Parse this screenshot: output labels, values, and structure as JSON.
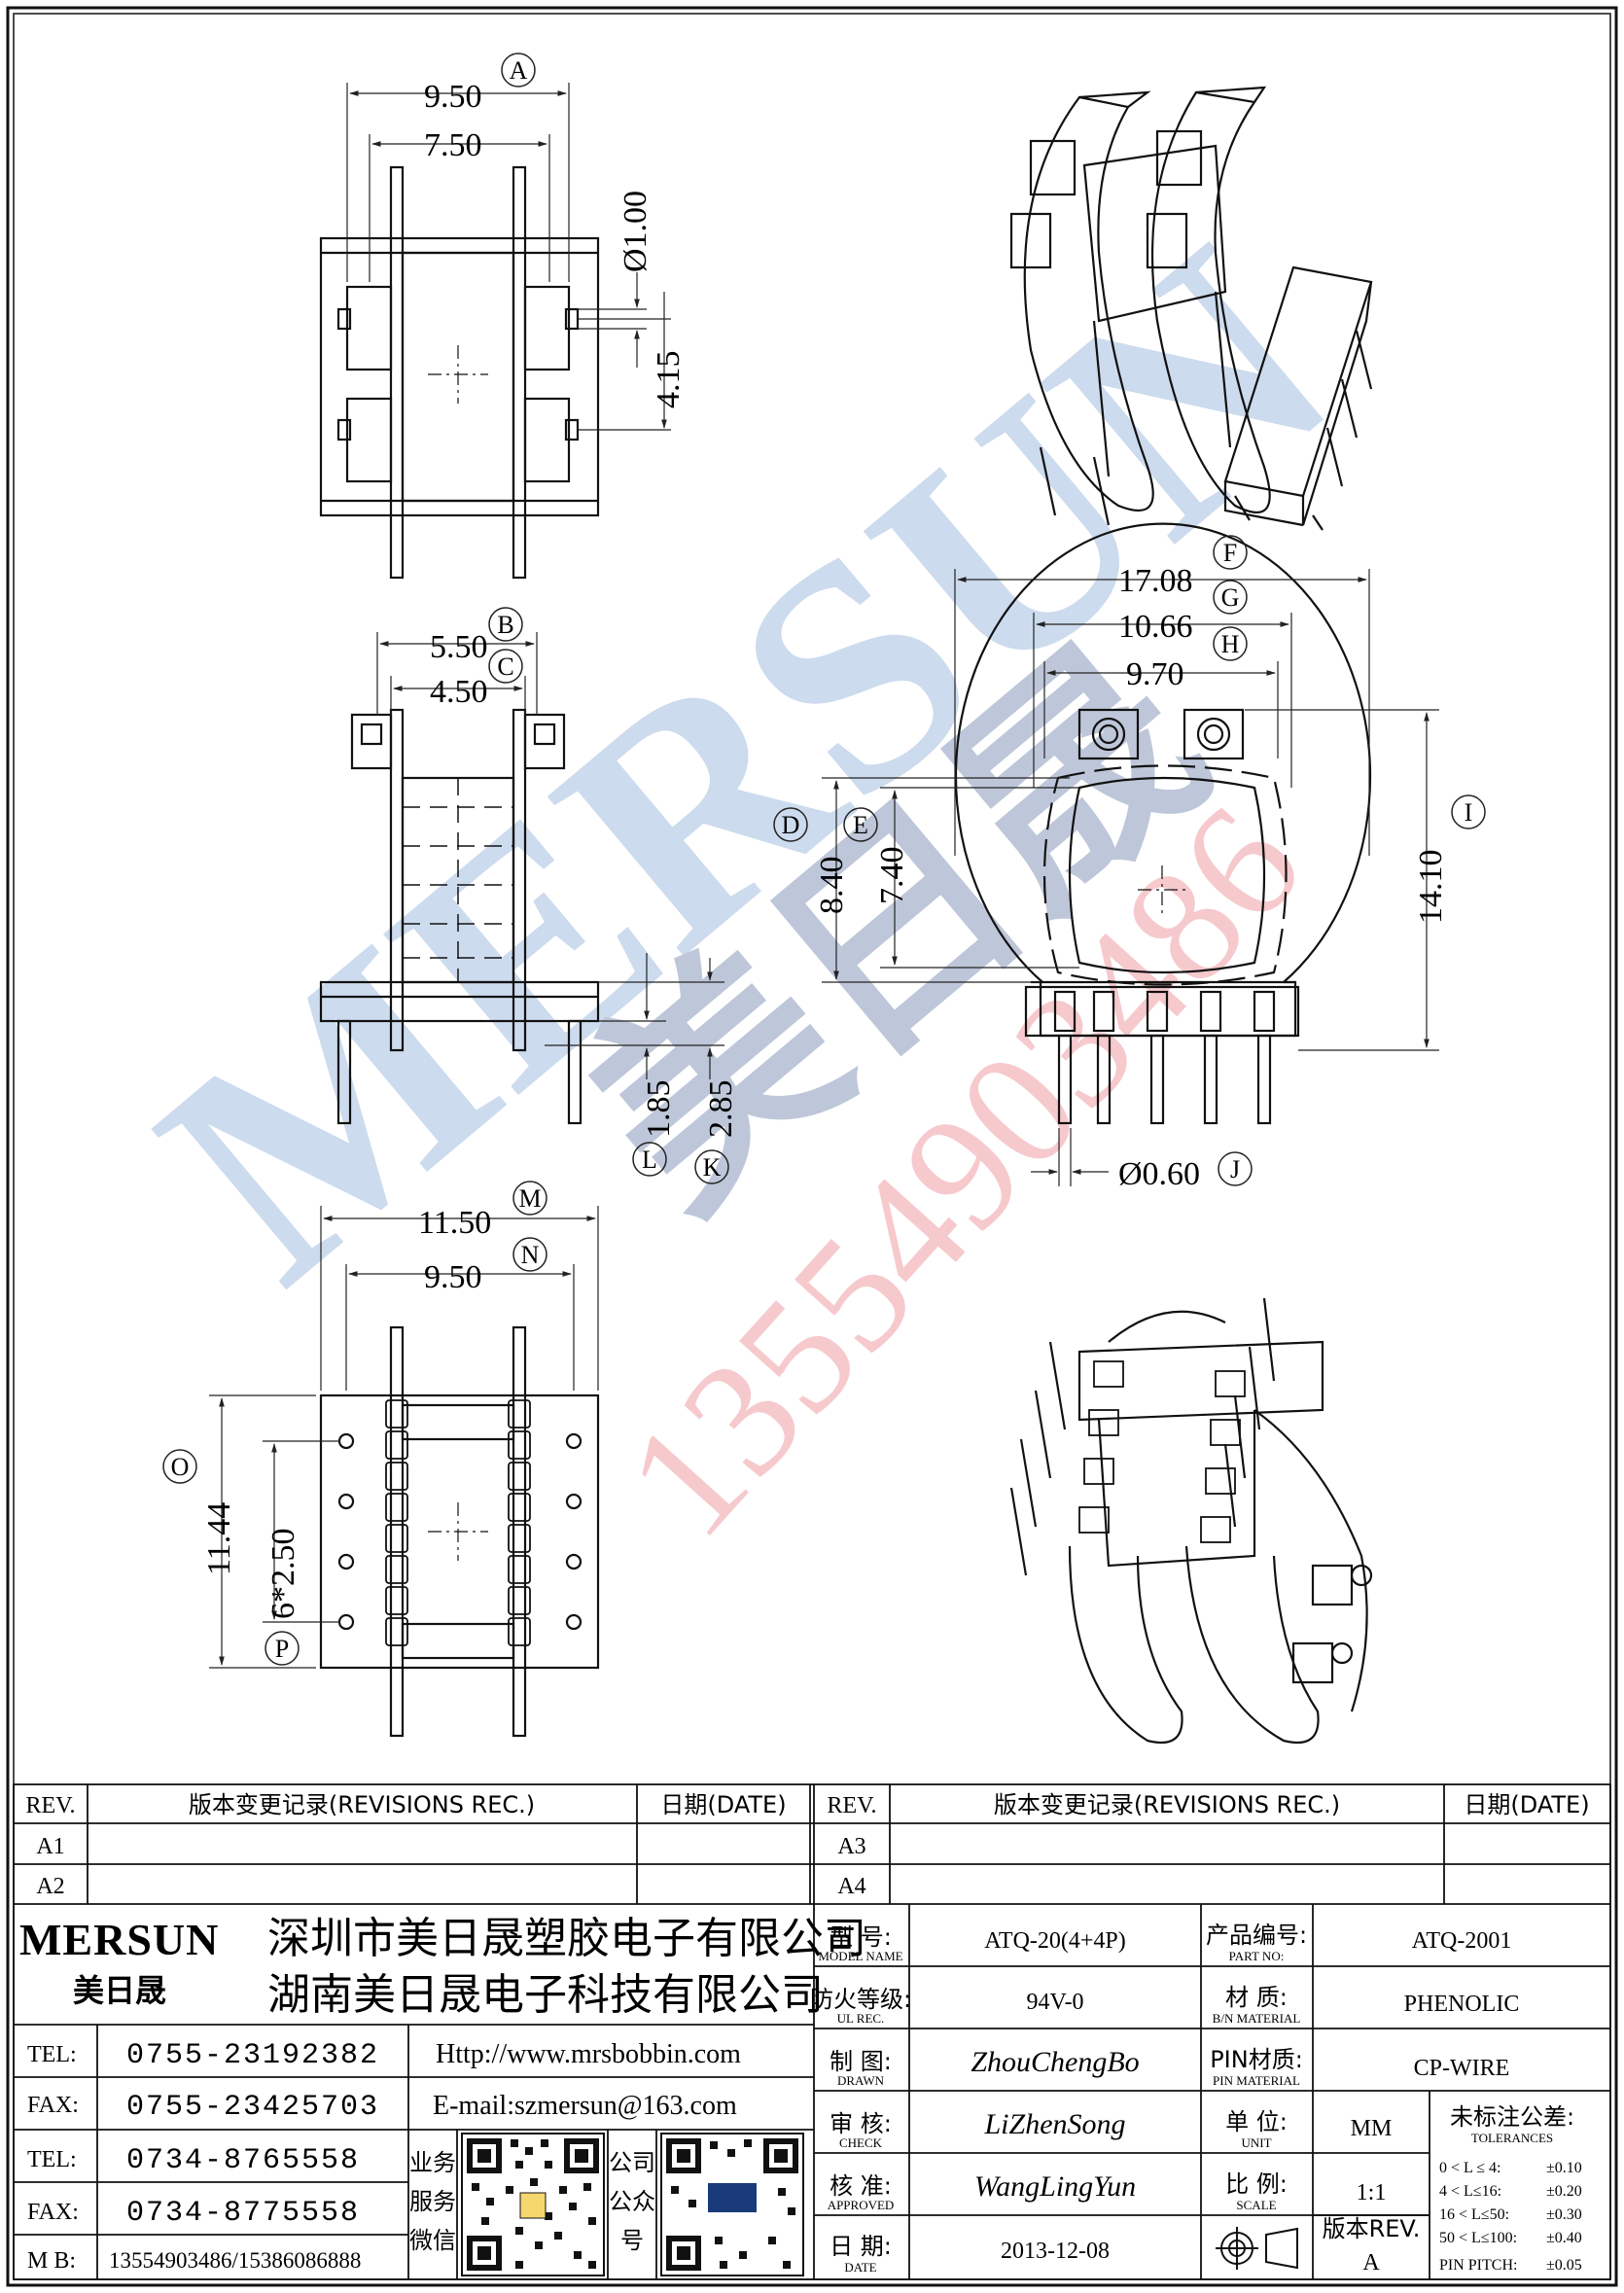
{
  "watermark": {
    "brand": "MERSUN",
    "brand_cn": "美日晟",
    "phone": "13554903486"
  },
  "dimensions": {
    "A": "9.50",
    "A_inner": "7.50",
    "pin_dia": "Ø1.00",
    "pin_pitch": "4.15",
    "B": "5.50",
    "C": "4.50",
    "L": "1.85",
    "K": "2.85",
    "M": "11.50",
    "N": "9.50",
    "O": "11.44",
    "P": "6*2.50",
    "F": "17.08",
    "G": "10.66",
    "H": "9.70",
    "D": "8.40",
    "E": "7.40",
    "I": "14.10",
    "J": "Ø0.60"
  },
  "labels": {
    "A": "A",
    "B": "B",
    "C": "C",
    "D": "D",
    "E": "E",
    "F": "F",
    "G": "G",
    "H": "H",
    "I": "I",
    "J": "J",
    "K": "K",
    "L": "L",
    "M": "M",
    "N": "N",
    "O": "O",
    "P": "P"
  },
  "revisions": {
    "headers": [
      "REV.",
      "版本变更记录(REVISIONS REC.)",
      "日期(DATE)"
    ],
    "left_rows": [
      "A1",
      "A2"
    ],
    "right_rows": [
      "A3",
      "A4"
    ]
  },
  "company": {
    "logo_text": "MERSUN",
    "logo_cn": "美日晟",
    "name_1": "深圳市美日晟塑胶电子有限公司",
    "name_2": "湖南美日晟电子科技有限公司"
  },
  "contacts": [
    {
      "label": "TEL:",
      "value": "0755-23192382"
    },
    {
      "label": "FAX:",
      "value": "0755-23425703"
    },
    {
      "label": "TEL:",
      "value": "0734-8765558"
    },
    {
      "label": "FAX:",
      "value": "0734-8775558"
    },
    {
      "label": "M B:",
      "value": "13554903486/15386086888"
    }
  ],
  "web": {
    "url": "Http://www.mrsbobbin.com",
    "email": "E-mail:szmersun@163.com"
  },
  "qr_labels": {
    "left": [
      "业务",
      "服务",
      "微信"
    ],
    "right": [
      "公司",
      "公众",
      "号"
    ]
  },
  "info": {
    "model_label": "型 号:",
    "model_label_en": "MODEL NAME",
    "model": "ATQ-20(4+4P)",
    "part_label": "产品编号:",
    "part_label_en": "PART NO:",
    "part": "ATQ-2001",
    "ul_label": "防火等级:",
    "ul_label_en": "UL REC.",
    "ul": "94V-0",
    "material_label": "材 质:",
    "material_label_en": "B/N MATERIAL",
    "material": "PHENOLIC",
    "drawn_label": "制 图:",
    "drawn_label_en": "DRAWN",
    "drawn": "ZhouChengBo",
    "pin_mat_label": "PIN材质:",
    "pin_mat_label_en": "PIN MATERIAL",
    "pin_mat": "CP-WIRE",
    "check_label": "审 核:",
    "check_label_en": "CHECK",
    "check": "LiZhenSong",
    "unit_label": "单 位:",
    "unit_label_en": "UNIT",
    "unit": "MM",
    "approved_label": "核 准:",
    "approved_label_en": "APPROVED",
    "approved": "WangLingYun",
    "scale_label": "比 例:",
    "scale_label_en": "SCALE",
    "scale": "1:1",
    "date_label": "日 期:",
    "date_label_en": "DATE",
    "date": "2013-12-08",
    "rev_label": "版本REV.",
    "rev": "A",
    "tol_label": "未标注公差:",
    "tol_label_en": "TOLERANCES",
    "tolerances": [
      {
        "range": "0 < L ≤ 4:",
        "value": "±0.10"
      },
      {
        "range": "4 < L≤16:",
        "value": "±0.20"
      },
      {
        "range": "16 < L≤50:",
        "value": "±0.30"
      },
      {
        "range": "50 < L≤100:",
        "value": "±0.40"
      },
      {
        "range": "PIN PITCH:",
        "value": "±0.05"
      }
    ]
  }
}
